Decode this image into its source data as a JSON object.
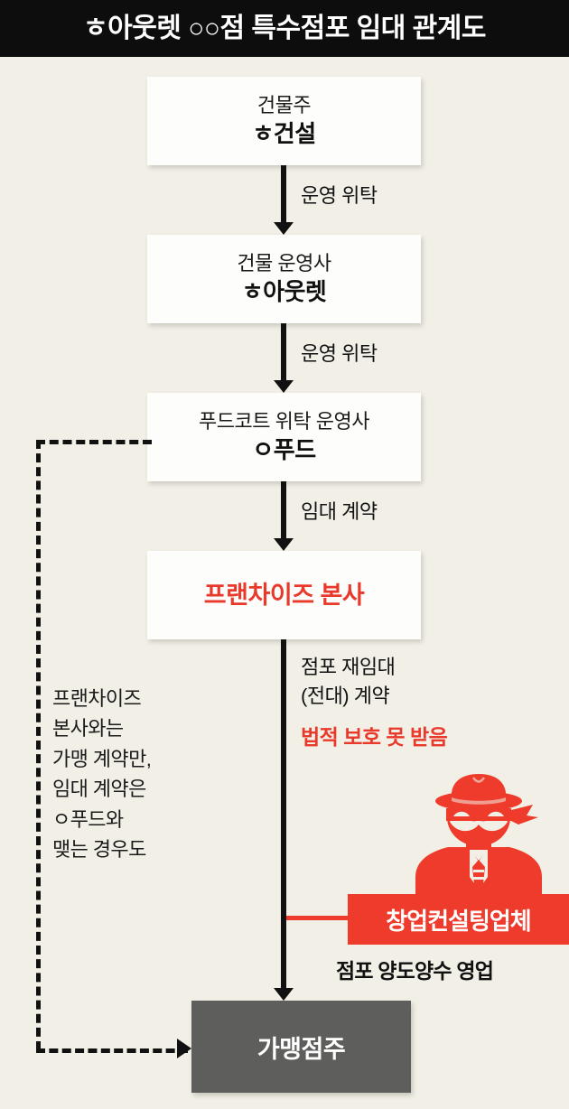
{
  "title": "ㅎ아웃렛 ○○점 특수점포 임대 관계도",
  "nodes": {
    "owner": {
      "sub": "건물주",
      "main": "ㅎ건설"
    },
    "operator": {
      "sub": "건물 운영사",
      "main": "ㅎ아웃렛"
    },
    "food": {
      "sub": "푸드코트 위탁 운영사",
      "main": "ㅇ푸드"
    },
    "hq": {
      "main": "프랜차이즈 본사"
    },
    "franchisee": {
      "main": "가맹점주"
    }
  },
  "edges": {
    "e1": "운영 위탁",
    "e2": "운영 위탁",
    "e3": "임대 계약",
    "e4_line1": "점포 재임대",
    "e4_line2": "(전대) 계약",
    "e4_warning": "법적 보호 못 받음"
  },
  "note_left": [
    "프랜차이즈",
    "본사와는",
    "가맹 계약만,",
    "임대 계약은",
    "ㅇ푸드와",
    "맺는 경우도"
  ],
  "consultant": {
    "bar_label": "창업컨설팅업체",
    "caption": "점포 양도양수 영업"
  },
  "colors": {
    "background": "#f2f0e6",
    "title_bar": "#0d0d0d",
    "accent_red": "#ee3b2c",
    "terminal_gray": "#5e5e5c",
    "line_black": "#111111"
  }
}
